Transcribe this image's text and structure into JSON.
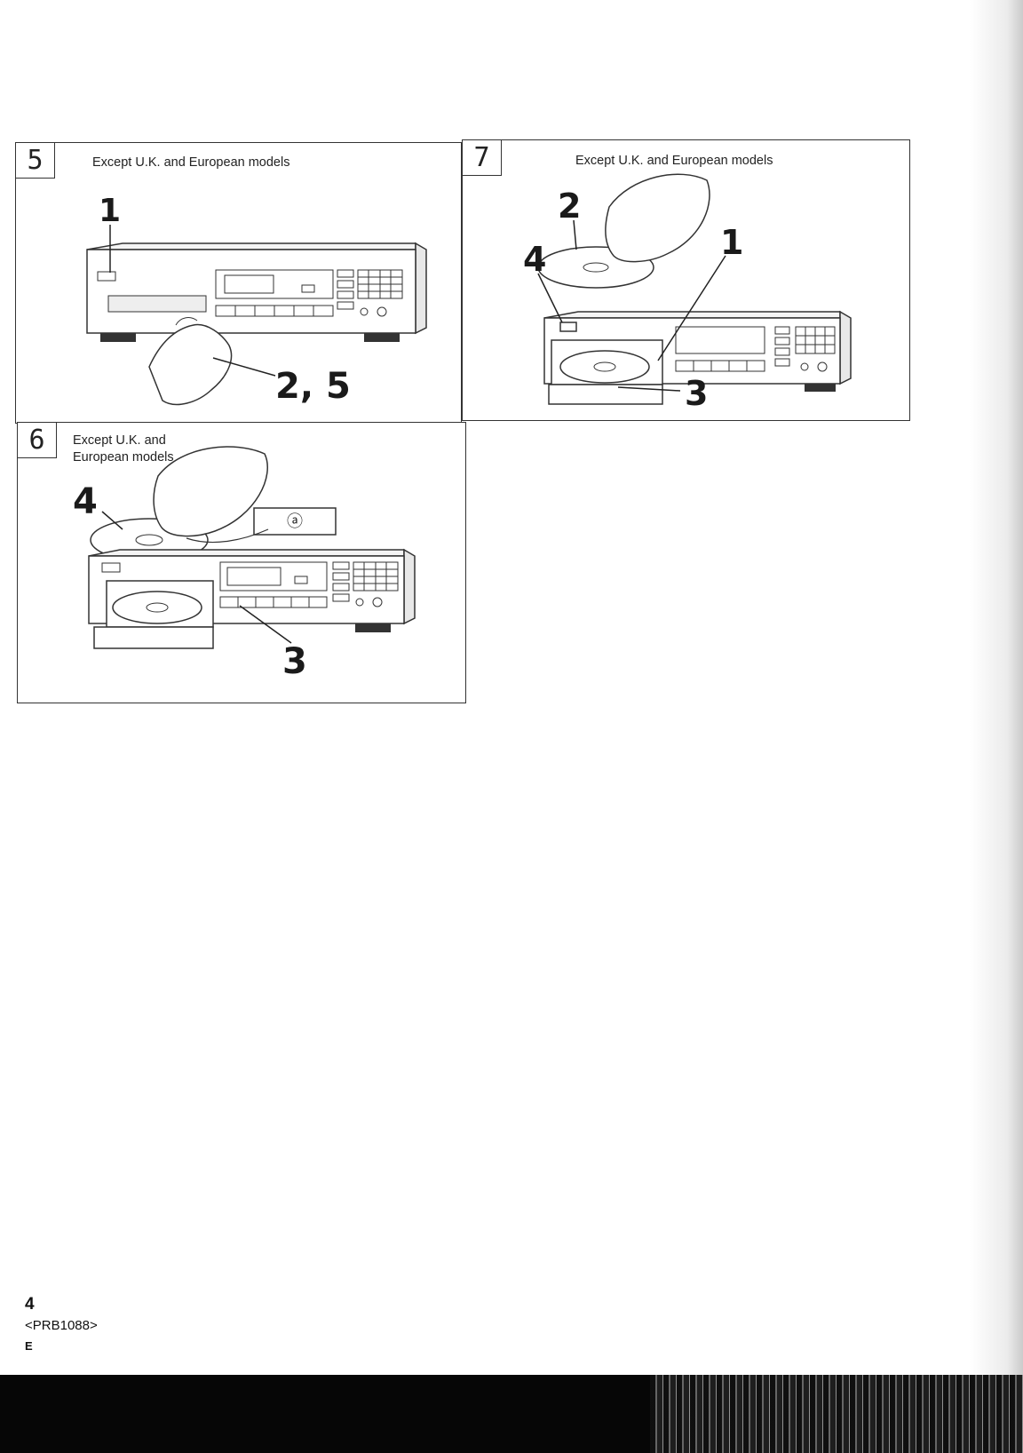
{
  "panels": [
    {
      "step": "5",
      "caption": "Except U.K. and European models",
      "callouts": [
        "1",
        "2, 5"
      ]
    },
    {
      "step": "7",
      "caption": "Except U.K. and European models",
      "callouts": [
        "2",
        "4",
        "1",
        "3"
      ]
    },
    {
      "step": "6",
      "caption_line1": "Except U.K. and",
      "caption_line2": "European models",
      "callouts": [
        "4",
        "3"
      ],
      "marker": "ⓐ"
    }
  ],
  "footer": {
    "page_number": "4",
    "code": "<PRB1088>",
    "region": "E"
  }
}
